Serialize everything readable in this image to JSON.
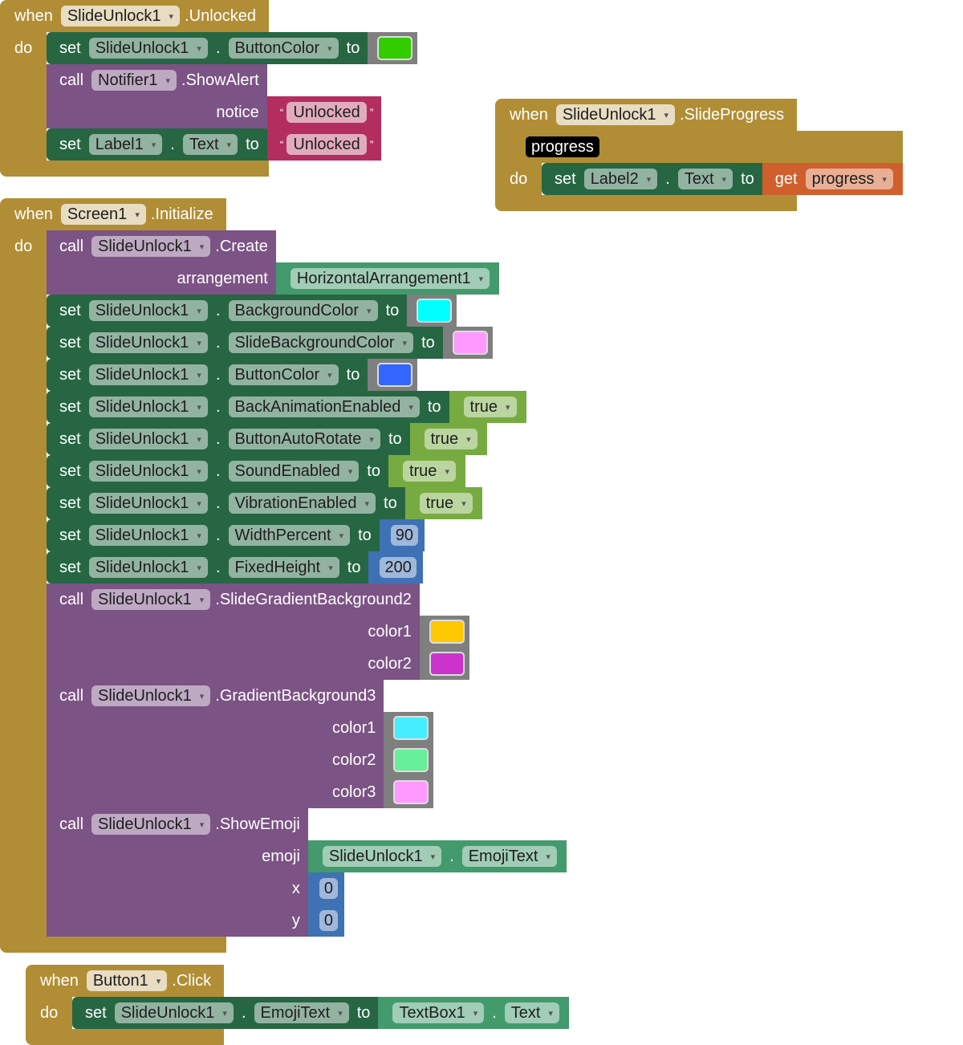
{
  "keywords": {
    "when": "when",
    "do": "do",
    "set": "set",
    "to": "to",
    "call": "call",
    "get": "get",
    "dot": ".",
    "open_quote": "“",
    "close_quote": "”"
  },
  "events": [
    {
      "component": "SlideUnlock1",
      "event": ".Unlocked",
      "body": [
        {
          "type": "set",
          "component": "SlideUnlock1",
          "property": "ButtonColor",
          "value": {
            "type": "color",
            "color": "#33cc00"
          }
        },
        {
          "type": "call",
          "component": "Notifier1",
          "method": ".ShowAlert",
          "args": [
            {
              "name": "notice",
              "value": {
                "type": "text",
                "text": "Unlocked"
              }
            }
          ]
        },
        {
          "type": "set",
          "component": "Label1",
          "property": "Text",
          "value": {
            "type": "text",
            "text": "Unlocked"
          }
        }
      ]
    },
    {
      "component": "SlideUnlock1",
      "event": ".SlideProgress",
      "param": "progress",
      "body": [
        {
          "type": "set",
          "component": "Label2",
          "property": "Text",
          "value": {
            "type": "get",
            "var": "progress"
          }
        }
      ]
    },
    {
      "component": "Screen1",
      "event": ".Initialize",
      "body": [
        {
          "type": "call",
          "component": "SlideUnlock1",
          "method": ".Create",
          "args": [
            {
              "name": "arrangement",
              "value": {
                "type": "comp",
                "component": "HorizontalArrangement1"
              }
            }
          ]
        },
        {
          "type": "set",
          "component": "SlideUnlock1",
          "property": "BackgroundColor",
          "value": {
            "type": "color",
            "color": "#00ffff"
          }
        },
        {
          "type": "set",
          "component": "SlideUnlock1",
          "property": "SlideBackgroundColor",
          "value": {
            "type": "color",
            "color": "#ff99ff"
          }
        },
        {
          "type": "set",
          "component": "SlideUnlock1",
          "property": "ButtonColor",
          "value": {
            "type": "color",
            "color": "#3366ff"
          }
        },
        {
          "type": "set",
          "component": "SlideUnlock1",
          "property": "BackAnimationEnabled",
          "value": {
            "type": "logic",
            "text": "true"
          }
        },
        {
          "type": "set",
          "component": "SlideUnlock1",
          "property": "ButtonAutoRotate",
          "value": {
            "type": "logic",
            "text": "true"
          }
        },
        {
          "type": "set",
          "component": "SlideUnlock1",
          "property": "SoundEnabled",
          "value": {
            "type": "logic",
            "text": "true"
          }
        },
        {
          "type": "set",
          "component": "SlideUnlock1",
          "property": "VibrationEnabled",
          "value": {
            "type": "logic",
            "text": "true"
          }
        },
        {
          "type": "set",
          "component": "SlideUnlock1",
          "property": "WidthPercent",
          "value": {
            "type": "num",
            "text": "90"
          }
        },
        {
          "type": "set",
          "component": "SlideUnlock1",
          "property": "FixedHeight",
          "value": {
            "type": "num",
            "text": "200"
          }
        },
        {
          "type": "call",
          "component": "SlideUnlock1",
          "method": ".SlideGradientBackground2",
          "args": [
            {
              "name": "color1",
              "value": {
                "type": "color",
                "color": "#ffc800"
              }
            },
            {
              "name": "color2",
              "value": {
                "type": "color",
                "color": "#cc33cc"
              }
            }
          ]
        },
        {
          "type": "call",
          "component": "SlideUnlock1",
          "method": ".GradientBackground3",
          "args": [
            {
              "name": "color1",
              "value": {
                "type": "color",
                "color": "#44eeff"
              }
            },
            {
              "name": "color2",
              "value": {
                "type": "color",
                "color": "#66ee99"
              }
            },
            {
              "name": "color3",
              "value": {
                "type": "color",
                "color": "#ff99ff"
              }
            }
          ]
        },
        {
          "type": "call",
          "component": "SlideUnlock1",
          "method": ".ShowEmoji",
          "args": [
            {
              "name": "emoji",
              "value": {
                "type": "prop",
                "component": "SlideUnlock1",
                "property": "EmojiText"
              }
            },
            {
              "name": "x",
              "value": {
                "type": "num",
                "text": "0"
              }
            },
            {
              "name": "y",
              "value": {
                "type": "num",
                "text": "0"
              }
            }
          ]
        }
      ]
    },
    {
      "component": "Button1",
      "event": ".Click",
      "body": [
        {
          "type": "set",
          "component": "SlideUnlock1",
          "property": "EmojiText",
          "value": {
            "type": "prop",
            "component": "TextBox1",
            "property": "Text"
          }
        }
      ]
    }
  ]
}
